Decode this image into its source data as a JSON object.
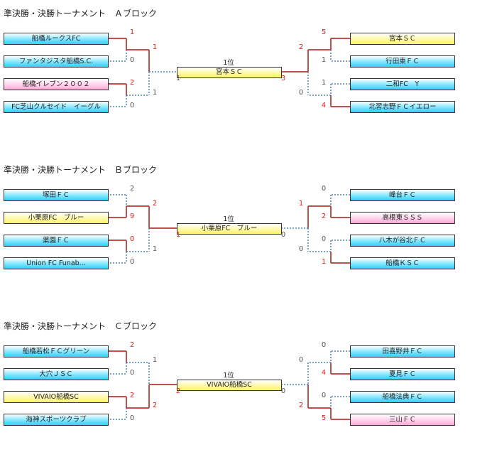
{
  "blocks": [
    {
      "title": "準決勝・決勝トーナメント　Ａブロック",
      "final_rank": "1位",
      "winner": "宮本ＳＣ",
      "left_teams": [
        {
          "name": "船橋ルークスFC",
          "color": "blue"
        },
        {
          "name": "ファンタジスタ船橋S.C.",
          "color": "blue"
        },
        {
          "name": "船橋イレブン２００２",
          "color": "pink"
        },
        {
          "name": "FC芝山クルセイド　イーグル",
          "color": "blue"
        }
      ],
      "right_teams": [
        {
          "name": "宮本ＳＣ",
          "color": "yellow"
        },
        {
          "name": "行田東ＦＣ",
          "color": "blue"
        },
        {
          "name": "二和FC　Y",
          "color": "blue"
        },
        {
          "name": "北習志野ＦＣイエロー",
          "color": "blue"
        }
      ],
      "scores": {
        "l1_a": "1",
        "l1_b": "0",
        "l2_a": "2",
        "l2_b": "0",
        "ls_a": "1",
        "ls_b": "1",
        "f_l": "1",
        "f_r": "3",
        "r1_a": "5",
        "r1_b": "1",
        "r2_a": "1",
        "r2_b": "4",
        "rs_a": "2",
        "rs_b": "0"
      }
    },
    {
      "title": "準決勝・決勝トーナメント　Ｂブロック",
      "final_rank": "1位",
      "winner": "小栗原FC　ブルー",
      "left_teams": [
        {
          "name": "塚田ＦＣ",
          "color": "blue"
        },
        {
          "name": "小栗原FC　ブルー",
          "color": "yellow"
        },
        {
          "name": "薬園ＦＣ",
          "color": "blue"
        },
        {
          "name": "Union FC Funab...",
          "color": "blue"
        }
      ],
      "right_teams": [
        {
          "name": "峰台ＦＣ",
          "color": "blue"
        },
        {
          "name": "高根東ＳＳＳ",
          "color": "pink"
        },
        {
          "name": "八木が谷北ＦＣ",
          "color": "blue"
        },
        {
          "name": "船橋ＫＳＣ",
          "color": "blue"
        }
      ],
      "scores": {
        "l1_a": "2",
        "l1_b": "9",
        "l2_a": "0",
        "l2_b": "0",
        "ls_a": "2",
        "ls_b": "1",
        "f_l": "1",
        "f_r": "0",
        "r1_a": "0",
        "r1_b": "2",
        "r2_a": "0",
        "r2_b": "1",
        "rs_a": "1",
        "rs_b": "0"
      }
    },
    {
      "title": "準決勝・決勝トーナメント　Ｃブロック",
      "final_rank": "1位",
      "winner": "VIVAIO船橋SC",
      "left_teams": [
        {
          "name": "船橋若松ＦＣグリーン",
          "color": "blue"
        },
        {
          "name": "大穴ＪＳＣ",
          "color": "blue"
        },
        {
          "name": "VIVAIO船橋SC",
          "color": "yellow"
        },
        {
          "name": "海神スポーツクラブ",
          "color": "blue"
        }
      ],
      "right_teams": [
        {
          "name": "田喜野井ＦＣ",
          "color": "blue"
        },
        {
          "name": "夏見ＦＣ",
          "color": "blue"
        },
        {
          "name": "船橋法典ＦＣ",
          "color": "blue"
        },
        {
          "name": "三山ＦＣ",
          "color": "pink"
        }
      ],
      "scores": {
        "l1_a": "2",
        "l1_b": "0",
        "l2_a": "2",
        "l2_b": "0",
        "ls_a": "1",
        "ls_b": "2",
        "f_l": "2",
        "f_r": "0",
        "r1_a": "0",
        "r1_b": "4",
        "r2_a": "0",
        "r2_b": "5",
        "rs_a": "0",
        "rs_b": "2"
      }
    }
  ]
}
